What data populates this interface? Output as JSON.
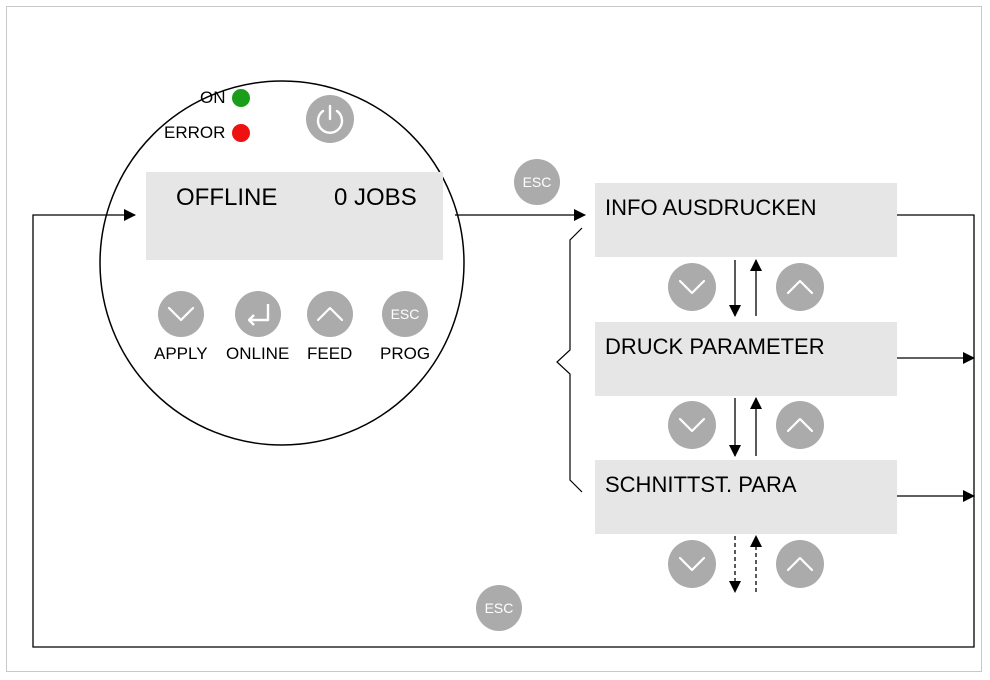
{
  "panel": {
    "led_on_label": "ON",
    "led_error_label": "ERROR",
    "led_on_color": "#1a9e1a",
    "led_error_color": "#ee1111",
    "display": {
      "status": "OFFLINE",
      "jobs": "0 JOBS"
    },
    "buttons": [
      {
        "icon": "chevron-down-icon",
        "label": "APPLY"
      },
      {
        "icon": "enter-icon",
        "label": "ONLINE"
      },
      {
        "icon": "chevron-up-icon",
        "label": "FEED"
      },
      {
        "icon": "esc-icon",
        "label": "PROG",
        "text": "ESC"
      }
    ]
  },
  "menu": {
    "items": [
      "INFO AUSDRUCKEN",
      "DRUCK PARAMETER",
      "SCHNITTST. PARA"
    ]
  },
  "esc_top": "ESC",
  "esc_bottom": "ESC",
  "colors": {
    "button_gray": "#ababab",
    "display_gray": "#e6e6e6"
  }
}
